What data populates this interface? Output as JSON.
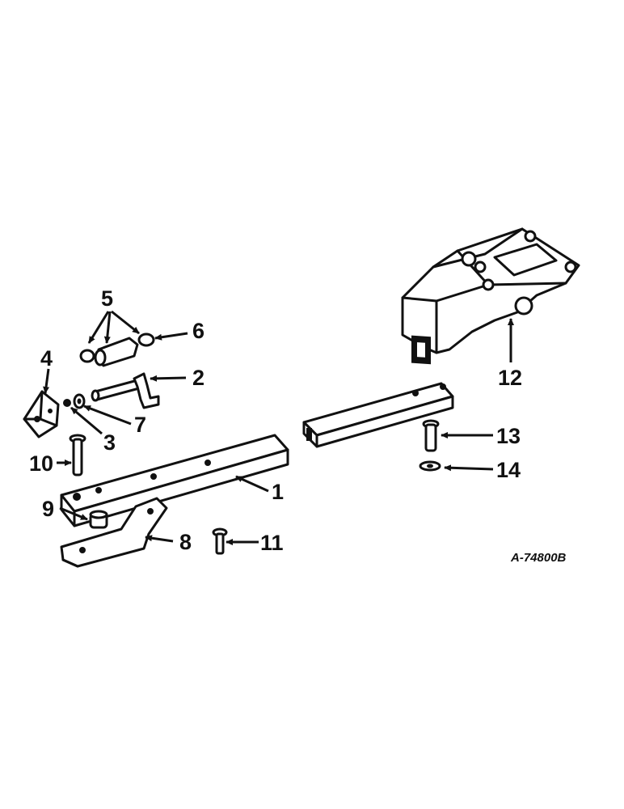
{
  "diagram": {
    "drawing_code": "A-74800B",
    "callouts": {
      "c1": "1",
      "c2": "2",
      "c3": "3",
      "c4": "4",
      "c5": "5",
      "c6": "6",
      "c7": "7",
      "c8": "8",
      "c9": "9",
      "c10": "10",
      "c11": "11",
      "c12": "12",
      "c13": "13",
      "c14": "14"
    }
  }
}
